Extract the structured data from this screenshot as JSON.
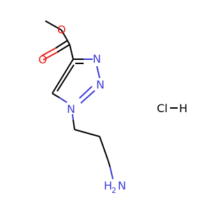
{
  "molecule": {
    "atoms": {
      "carbonyl_o": "O",
      "ester_o": "O",
      "n1": "N",
      "n2": "N",
      "n3": "N",
      "amine_n": "N",
      "amine_h2": "H",
      "amine_sub": "2",
      "salt": "HCl",
      "salt_h": "H",
      "salt_cl": "Cl"
    }
  },
  "colors": {
    "oxygen": "#e8211a",
    "nitrogen": "#3b3bd9",
    "carbon": "#000000",
    "background": "#ffffff"
  }
}
